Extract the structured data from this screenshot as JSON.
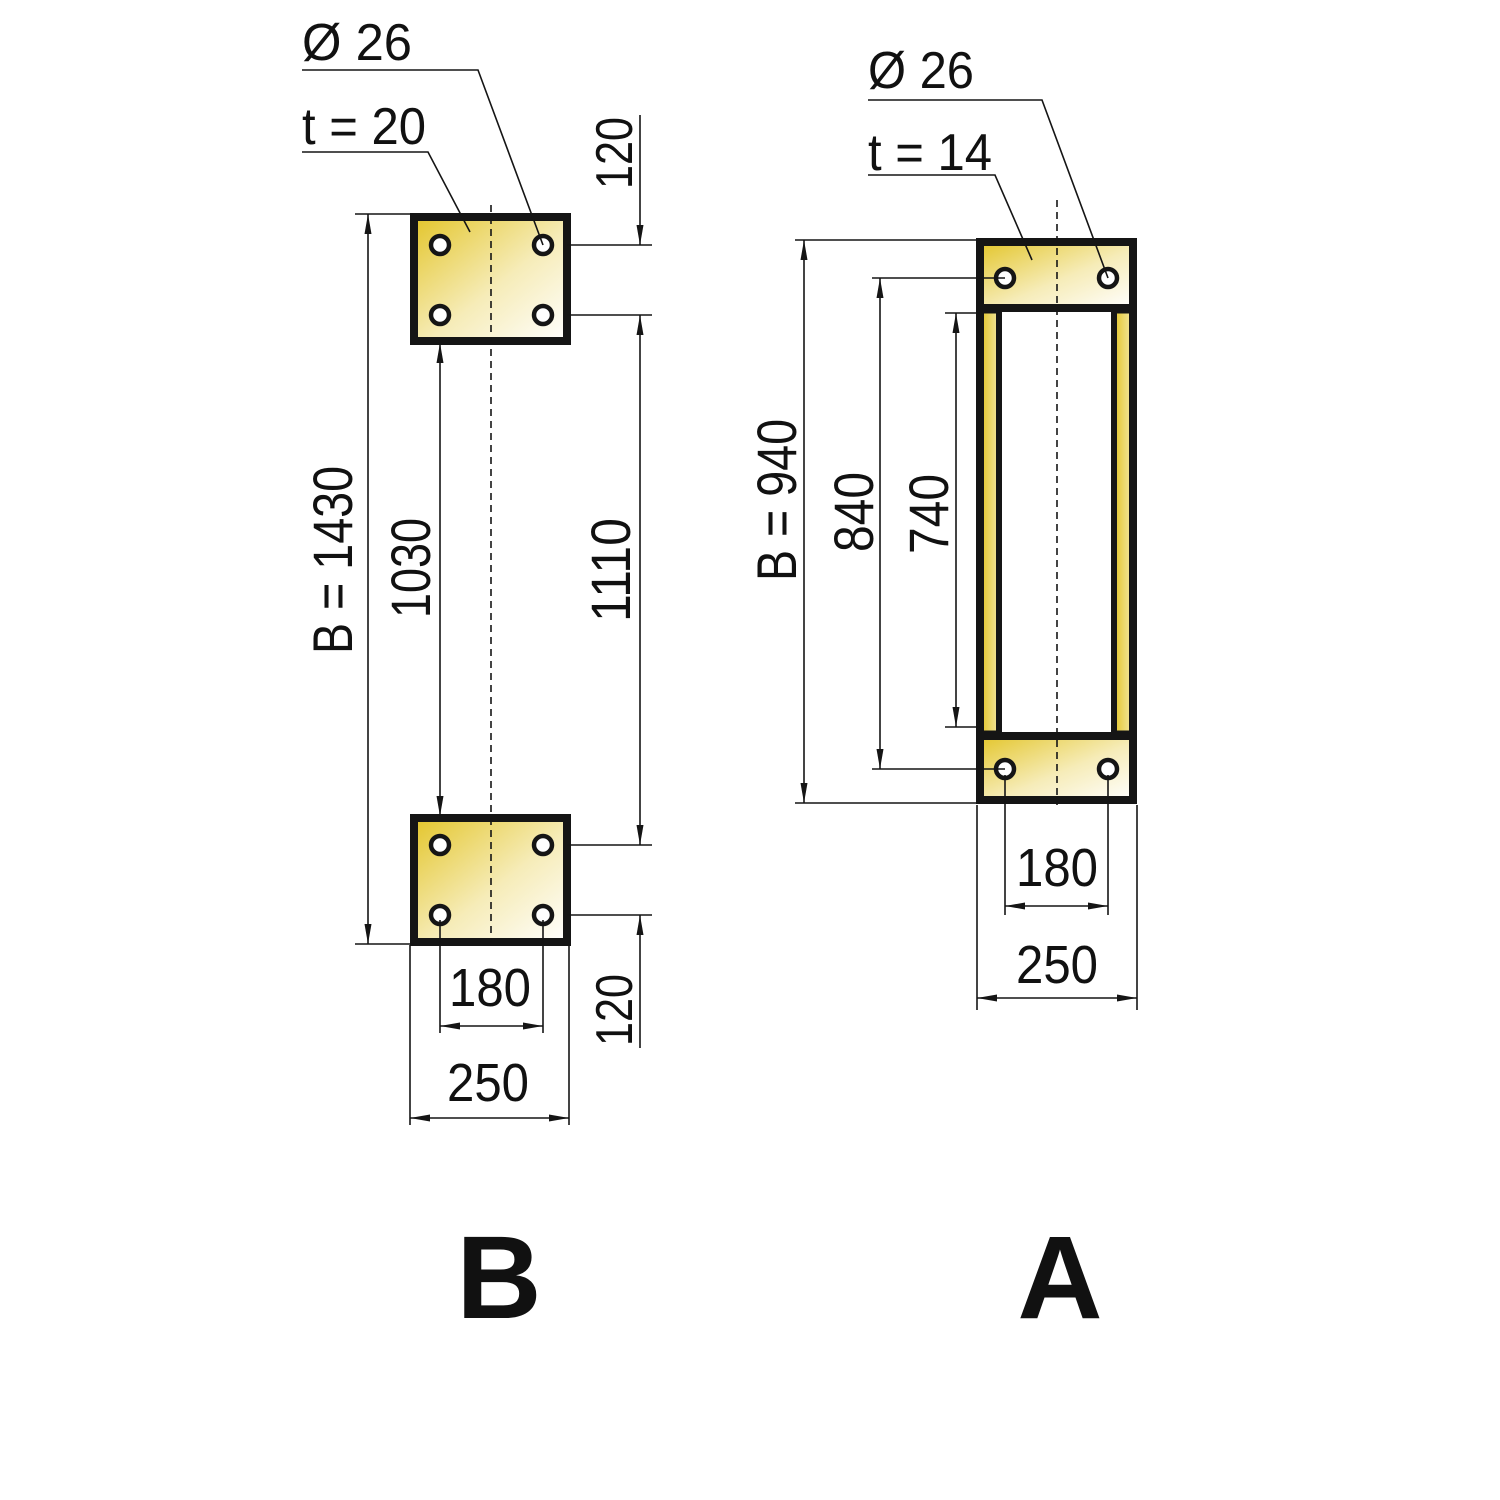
{
  "drawing_b": {
    "label": "B",
    "hole_diameter": "Ø 26",
    "thickness": "t = 20",
    "overall_length": "B = 1430",
    "inner_distance": "1030",
    "hole_centers": "1110",
    "edge_distance_top": "120",
    "edge_distance_bottom": "120",
    "hole_spacing": "180",
    "width": "250"
  },
  "drawing_a": {
    "label": "A",
    "hole_diameter": "Ø 26",
    "thickness": "t = 14",
    "overall_length": "B = 940",
    "hole_centers": "840",
    "inner_distance": "740",
    "hole_spacing": "180",
    "width": "250"
  },
  "colors": {
    "plate_fill_start": "#e3c52a",
    "plate_fill_end": "#ffffff",
    "line": "#151515"
  }
}
